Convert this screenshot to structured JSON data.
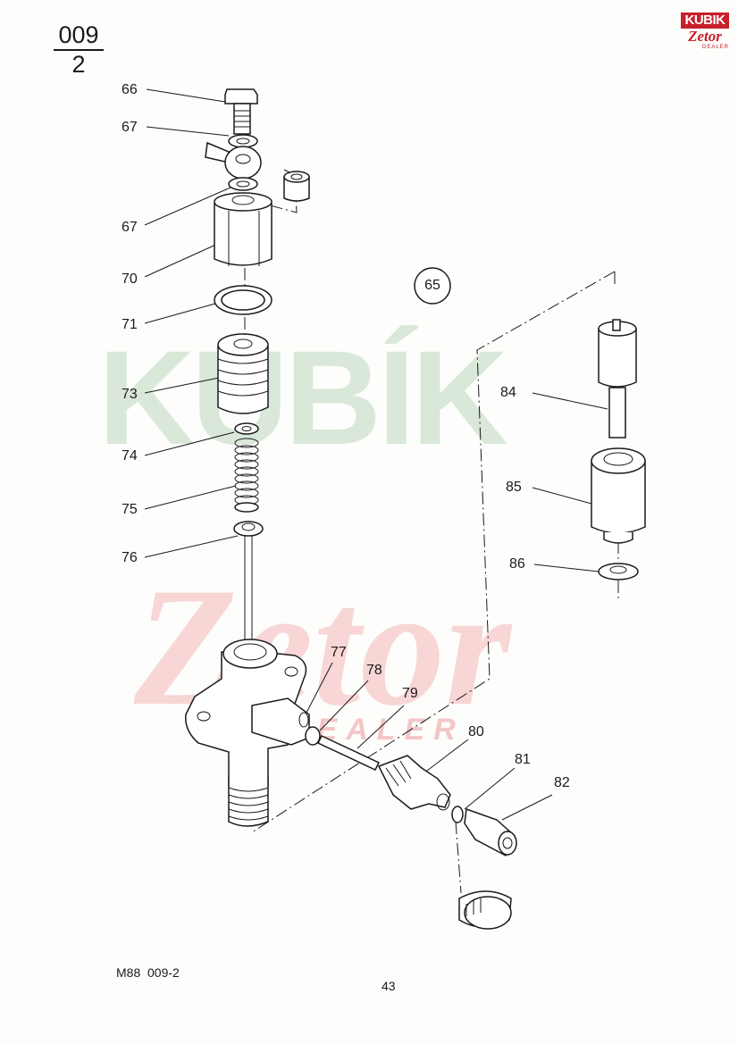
{
  "header": {
    "section_number": "009",
    "section_sub": "2",
    "circled_ref": "65"
  },
  "logo": {
    "name": "KUBIK",
    "tag": "Zetor",
    "sub": "DEALER",
    "color": "#c8202a",
    "icon": "kubik-zetor-logo"
  },
  "watermark": {
    "line1": "KUBÍK",
    "line2": "Zetor",
    "line3": "DEALER",
    "color_green": "#cfe3cf",
    "color_red": "#f6caca"
  },
  "labels": {
    "l66": "66",
    "l67a": "67",
    "l67b": "67",
    "l70": "70",
    "l71": "71",
    "l73": "73",
    "l74": "74",
    "l75": "75",
    "l76": "76",
    "l77": "77",
    "l78": "78",
    "l79": "79",
    "l80": "80",
    "l81": "81",
    "l82": "82",
    "l84": "84",
    "l85": "85",
    "l86": "86"
  },
  "footer": {
    "drawing_code": "M88  009-2",
    "page_number": "43"
  }
}
